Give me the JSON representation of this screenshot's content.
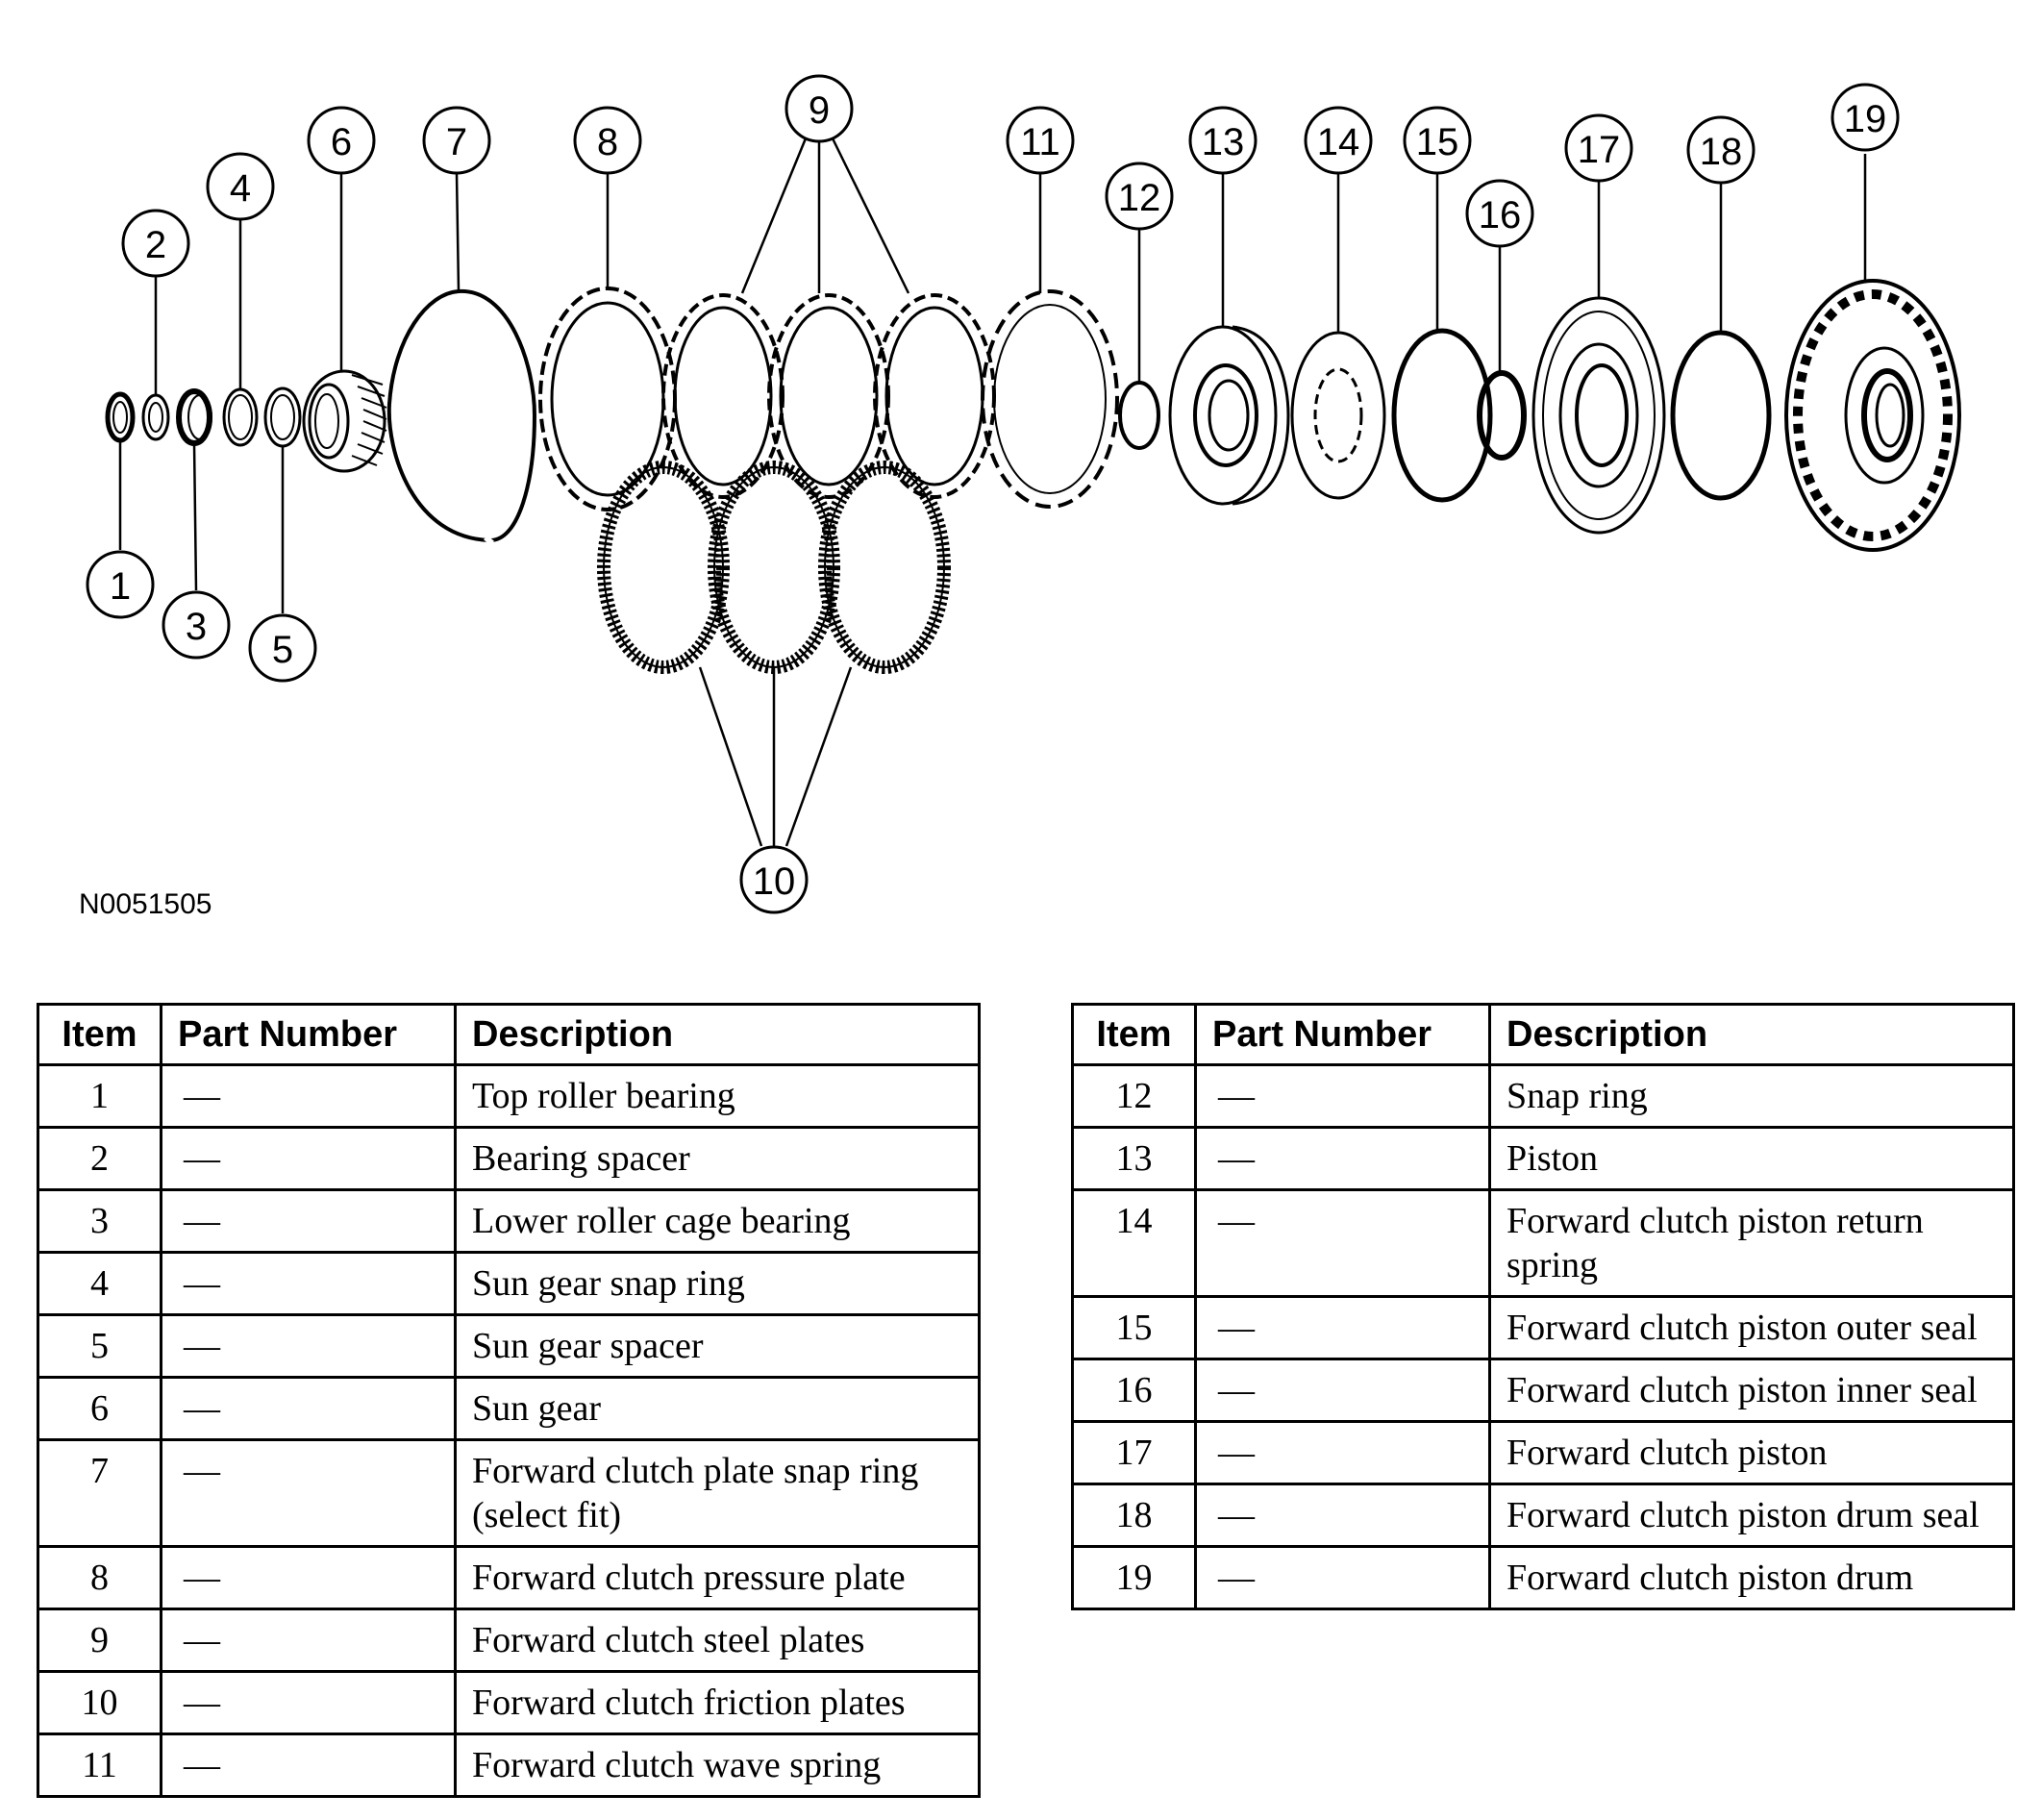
{
  "figure": {
    "id": "N0051505",
    "callouts": [
      "1",
      "2",
      "3",
      "4",
      "5",
      "6",
      "7",
      "8",
      "9",
      "10",
      "11",
      "12",
      "13",
      "14",
      "15",
      "16",
      "17",
      "18",
      "19"
    ]
  },
  "table_headers": {
    "item": "Item",
    "part_number": "Part Number",
    "description": "Description"
  },
  "parts_left": [
    {
      "item": "1",
      "part_number": "—",
      "description": "Top roller bearing"
    },
    {
      "item": "2",
      "part_number": "—",
      "description": "Bearing spacer"
    },
    {
      "item": "3",
      "part_number": "—",
      "description": "Lower roller cage bearing"
    },
    {
      "item": "4",
      "part_number": "—",
      "description": "Sun gear snap ring"
    },
    {
      "item": "5",
      "part_number": "—",
      "description": "Sun gear spacer"
    },
    {
      "item": "6",
      "part_number": "—",
      "description": "Sun gear"
    },
    {
      "item": "7",
      "part_number": "—",
      "description": "Forward clutch plate snap ring (select fit)"
    },
    {
      "item": "8",
      "part_number": "—",
      "description": "Forward clutch pressure plate"
    },
    {
      "item": "9",
      "part_number": "—",
      "description": "Forward clutch steel plates"
    },
    {
      "item": "10",
      "part_number": "—",
      "description": "Forward clutch friction plates"
    },
    {
      "item": "11",
      "part_number": "—",
      "description": "Forward clutch wave spring"
    }
  ],
  "parts_right": [
    {
      "item": "12",
      "part_number": "—",
      "description": "Snap ring"
    },
    {
      "item": "13",
      "part_number": "—",
      "description": "Piston"
    },
    {
      "item": "14",
      "part_number": "—",
      "description": "Forward clutch piston return spring"
    },
    {
      "item": "15",
      "part_number": "—",
      "description": "Forward clutch piston outer seal"
    },
    {
      "item": "16",
      "part_number": "—",
      "description": "Forward clutch piston inner seal"
    },
    {
      "item": "17",
      "part_number": "—",
      "description": "Forward clutch piston"
    },
    {
      "item": "18",
      "part_number": "—",
      "description": "Forward clutch piston drum seal"
    },
    {
      "item": "19",
      "part_number": "—",
      "description": "Forward clutch piston drum"
    }
  ]
}
